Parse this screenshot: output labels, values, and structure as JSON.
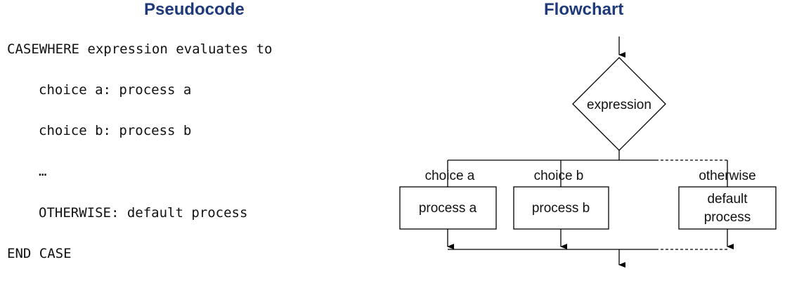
{
  "headings": {
    "pseudocode": "Pseudocode",
    "flowchart": "Flowchart"
  },
  "pseudocode": {
    "lines": [
      "CASEWHERE expression evaluates to",
      "choice a: process a",
      "choice b: process b",
      "…",
      "OTHERWISE: default process",
      "END CASE"
    ]
  },
  "flowchart": {
    "decision": "expression",
    "branches": [
      {
        "label": "choice a",
        "process": "process a"
      },
      {
        "label": "choice b",
        "process": "process b"
      },
      {
        "label": "otherwise",
        "process_line1": "default",
        "process_line2": "process"
      }
    ]
  }
}
